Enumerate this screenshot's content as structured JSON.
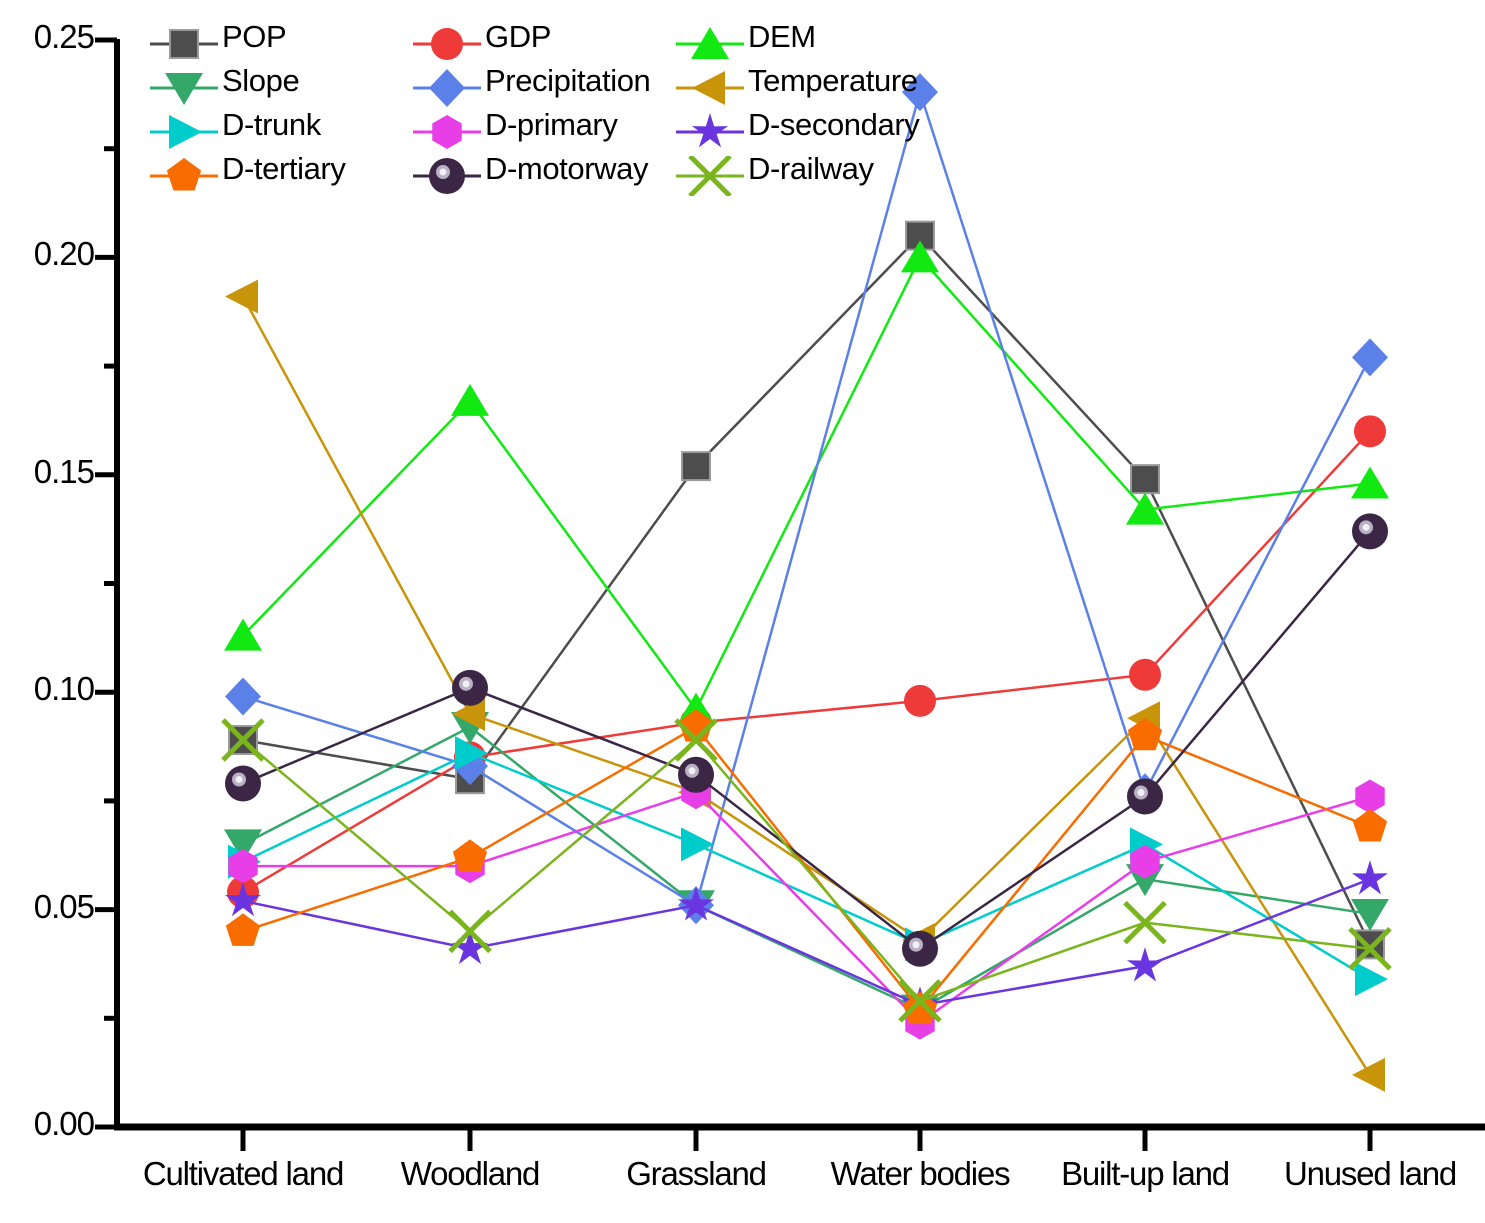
{
  "chart_data": {
    "type": "line",
    "title": "",
    "xlabel": "",
    "ylabel": "",
    "ylim": [
      0.0,
      0.25
    ],
    "ytick_labels": [
      "0.00",
      "0.05",
      "0.10",
      "0.15",
      "0.20",
      "0.25"
    ],
    "ytick_values": [
      0.0,
      0.05,
      0.1,
      0.15,
      0.2,
      0.25
    ],
    "minor_ticks": true,
    "grid": false,
    "legend_position": "top-inside",
    "categories": [
      "Cultivated land",
      "Woodland",
      "Grassland",
      "Water bodies",
      "Built-up land",
      "Unused land"
    ],
    "series": [
      {
        "name": "POP",
        "color": "#4d4d4d",
        "marker": "square",
        "values": [
          0.089,
          0.08,
          0.152,
          0.205,
          0.149,
          0.042
        ]
      },
      {
        "name": "GDP",
        "color": "#ee3b39",
        "marker": "circle",
        "values": [
          0.054,
          0.085,
          0.093,
          0.098,
          0.104,
          0.16
        ]
      },
      {
        "name": "DEM",
        "color": "#12e812",
        "marker": "triangle-up",
        "values": [
          0.113,
          0.167,
          0.096,
          0.2,
          0.142,
          0.148
        ]
      },
      {
        "name": "Slope",
        "color": "#34a869",
        "marker": "triangle-down",
        "values": [
          0.065,
          0.092,
          0.051,
          0.027,
          0.057,
          0.049
        ]
      },
      {
        "name": "Precipitation",
        "color": "#5b80e8",
        "marker": "diamond",
        "values": [
          0.099,
          0.083,
          0.051,
          0.238,
          0.077,
          0.177
        ]
      },
      {
        "name": "Temperature",
        "color": "#c7940a",
        "marker": "triangle-left",
        "values": [
          0.191,
          0.095,
          0.077,
          0.043,
          0.094,
          0.012
        ]
      },
      {
        "name": "D-trunk",
        "color": "#00cccc",
        "marker": "triangle-right",
        "values": [
          0.061,
          0.086,
          0.065,
          0.042,
          0.065,
          0.034
        ]
      },
      {
        "name": "D-primary",
        "color": "#e83ee8",
        "marker": "hexagon",
        "values": [
          0.06,
          0.06,
          0.077,
          0.024,
          0.061,
          0.076
        ]
      },
      {
        "name": "D-secondary",
        "color": "#6a35e0",
        "marker": "star",
        "values": [
          0.052,
          0.041,
          0.051,
          0.028,
          0.037,
          0.057
        ]
      },
      {
        "name": "D-tertiary",
        "color": "#f86c00",
        "marker": "pentagon",
        "values": [
          0.045,
          0.062,
          0.092,
          0.027,
          0.09,
          0.069
        ]
      },
      {
        "name": "D-motorway",
        "color": "#3b2745",
        "marker": "sphere",
        "values": [
          0.079,
          0.101,
          0.081,
          0.041,
          0.076,
          0.137
        ]
      },
      {
        "name": "D-railway",
        "color": "#7ab51d",
        "marker": "cross",
        "values": [
          0.089,
          0.045,
          0.089,
          0.029,
          0.047,
          0.041
        ]
      }
    ]
  },
  "legend": {
    "rows": [
      [
        "POP",
        "GDP",
        "DEM"
      ],
      [
        "Slope",
        "Precipitation",
        "Temperature"
      ],
      [
        "D-trunk",
        "D-primary",
        "D-secondary"
      ],
      [
        "D-tertiary",
        "D-motorway",
        "D-railway"
      ]
    ]
  },
  "axes": {
    "y_labels": [
      "0.25",
      "0.20",
      "0.15",
      "0.10",
      "0.05",
      "0.00"
    ],
    "x_labels": [
      "Cultivated land",
      "Woodland",
      "Grassland",
      "Water bodies",
      "Built-up land",
      "Unused land"
    ]
  }
}
